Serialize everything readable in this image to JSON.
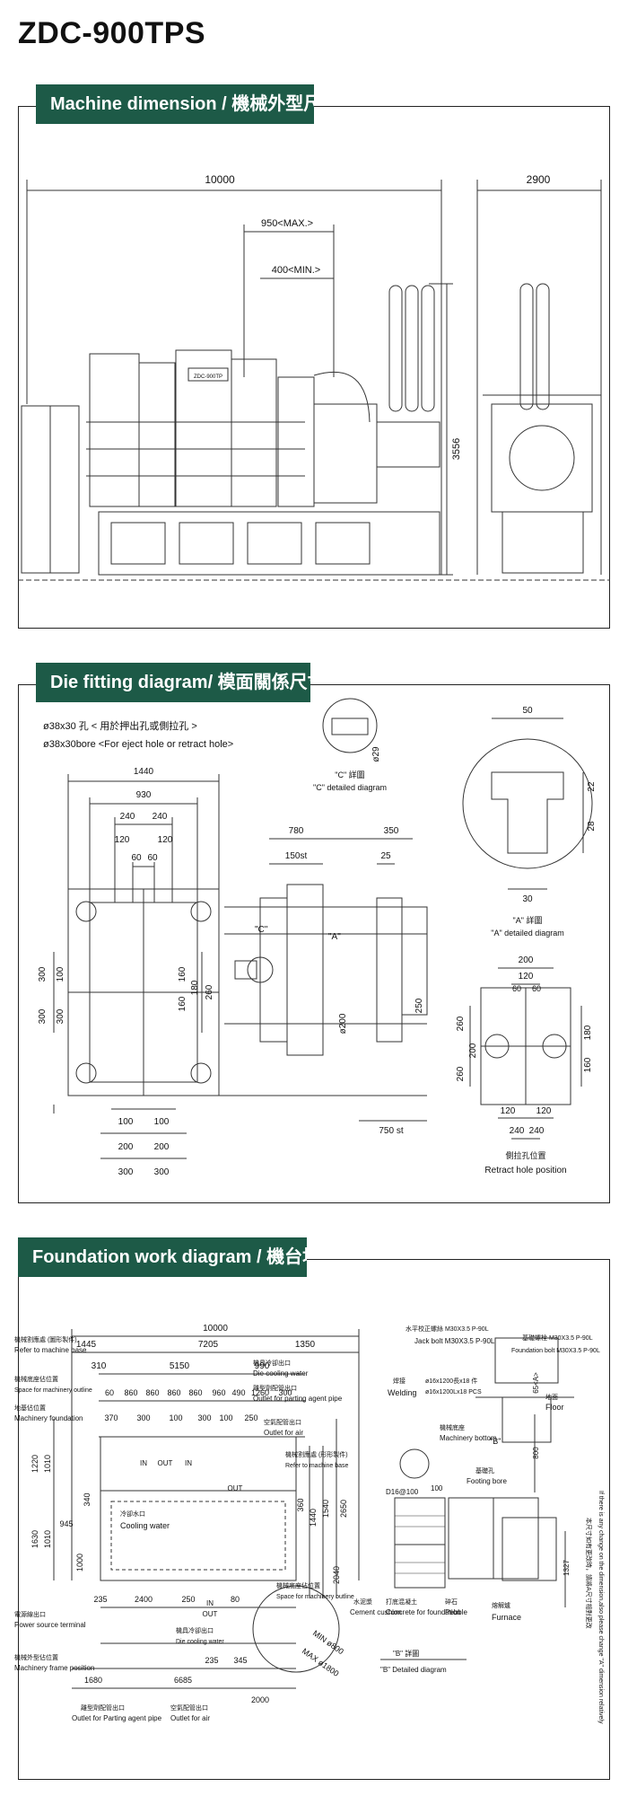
{
  "page_title": "ZDC-900TPS",
  "sections": {
    "machine_dimension": {
      "title": "Machine dimension / 機械外型尺寸",
      "dims": {
        "length": "10000",
        "width": "2900",
        "height": "3556",
        "stroke_max": "950<MAX.>",
        "stroke_min": "400<MIN.>",
        "nameplate": "ZDC-900TP"
      }
    },
    "die_fitting": {
      "title": "Die fitting diagram/ 模面關係尺寸",
      "note_cn": "ø38x30 孔 < 用於押出孔或側拉孔 >",
      "note_en": "ø38x30bore <For eject hole or retract hole>",
      "dims_platen": [
        "1440",
        "930",
        "240",
        "240",
        "120",
        "120",
        "60",
        "60",
        "300",
        "300",
        "300",
        "100",
        "160",
        "160",
        "180",
        "260",
        "100",
        "100",
        "200",
        "200",
        "300",
        "300"
      ],
      "dims_side": [
        "780",
        "150st",
        "350",
        "25",
        "ø200",
        "250",
        "750 st"
      ],
      "c_label": "\"C\"",
      "a_label": "\"A\"",
      "c_detail_cn": "\"C\" 詳圖",
      "c_detail_en": "\"C\" detailed diagram",
      "c_dim": "ø29",
      "a_detail_cn": "\"A\" 詳圖",
      "a_detail_en": "\"A\" detailed diagram",
      "a_dims": [
        "50",
        "22",
        "28",
        "30"
      ],
      "retract_dims": [
        "200",
        "120",
        "60",
        "60",
        "260",
        "200",
        "260",
        "180",
        "160",
        "120",
        "120",
        "240",
        "240"
      ],
      "retract_cn": "側拉孔位置",
      "retract_en": "Retract hole position"
    },
    "foundation": {
      "title": "Foundation work diagram / 機台地基尺寸",
      "dims_top": [
        "10000",
        "1445",
        "7205",
        "1350",
        "310",
        "5150",
        "990",
        "60",
        "860",
        "860",
        "860",
        "860",
        "960",
        "490",
        "1260",
        "300",
        "370",
        "300",
        "100",
        "300",
        "100",
        "250"
      ],
      "dims_left": [
        "1220",
        "1010",
        "340",
        "1630",
        "1010",
        "945",
        "1000"
      ],
      "dims_right": [
        "360",
        "1440",
        "1540",
        "2650",
        "2040"
      ],
      "dims_bottom": [
        "235",
        "2400",
        "250",
        "80",
        "235",
        "345",
        "1680",
        "6685",
        "2000",
        "MIN ø800",
        "MAX ø1800"
      ],
      "small_labels": [
        "IN",
        "OUT",
        "IN",
        "OUT",
        "IN",
        "OUT"
      ],
      "labels_left": [
        {
          "cn": "機械割應處 (圖形製件)",
          "en": "Refer to machine base"
        },
        {
          "cn": "機械底座佔位置",
          "en": "Space for machinery outline"
        },
        {
          "cn": "地基佔位置",
          "en": "Machinery foundation"
        },
        {
          "cn": "電源線出口",
          "en": "Power source terminal"
        },
        {
          "cn": "機械外型佔位置",
          "en": "Machinery frame position"
        }
      ],
      "labels_top": [
        {
          "cn": "機具冷卻出口",
          "en": "Die cooling water"
        },
        {
          "cn": "離型劑配管出口",
          "en": "Outlet for parting agent pipe"
        },
        {
          "cn": "空氣配管出口",
          "en": "Outlet for air"
        },
        {
          "cn": "機械割應處 (形形製件)",
          "en": "Refer to machine base"
        }
      ],
      "labels_inner": [
        {
          "cn": "冷卻水口",
          "en": "Cooling water"
        },
        {
          "cn": "機械底座佔位置",
          "en": "Space for machinery outline"
        }
      ],
      "labels_bottom": [
        {
          "cn": "機具冷卻出口",
          "en": "Die cooling water"
        },
        {
          "cn": "離型劑配管出口",
          "en": "Outlet for Parting agent pipe"
        },
        {
          "cn": "空氣配管出口",
          "en": "Outlet for air"
        }
      ],
      "bolt_top": {
        "cn": "水平校正螺絲 M30X3.5 P-90L",
        "en": "Jack bolt M30X3.5 P-90L"
      },
      "bolt_found": {
        "cn": "基礎螺栓 M30X3.5 P-90L",
        "en": "Foundation bolt M30X3.5 P-90L"
      },
      "floor": {
        "cn": "地面",
        "en": "Floor"
      },
      "weld": {
        "cn": "焊接",
        "en": "Welding"
      },
      "plate": [
        "ø16x1200長x18 件",
        "ø16x1200Lx18 PCS"
      ],
      "b_detail_cn": "\"B\" 詳圖",
      "b_detail_en": "\"B\" Detailed diagram",
      "b_label": "\"B\"",
      "b_dims": [
        "65<A>",
        "800",
        "D16@100",
        "100",
        "1327"
      ],
      "machinery_bottom": {
        "cn": "機械底座",
        "en": "Machinery bottom"
      },
      "footing_bore": {
        "cn": "基礎孔",
        "en": "Footing bore"
      },
      "cement": {
        "cn": "水泥漿",
        "en": "Cement cushion"
      },
      "concrete": {
        "cn": "打底混凝土",
        "en": "Concrete for foundation"
      },
      "pebble": {
        "cn": "碎石",
        "en": "Pebble"
      },
      "furnace": {
        "cn": "熔解爐",
        "en": "Furnace"
      },
      "side_note_cn": "本尺寸如有更改時，請將A尺寸相對更改",
      "side_note_en": "If there is any change on the dimension,also please change \"A\" dimension relatively"
    }
  }
}
